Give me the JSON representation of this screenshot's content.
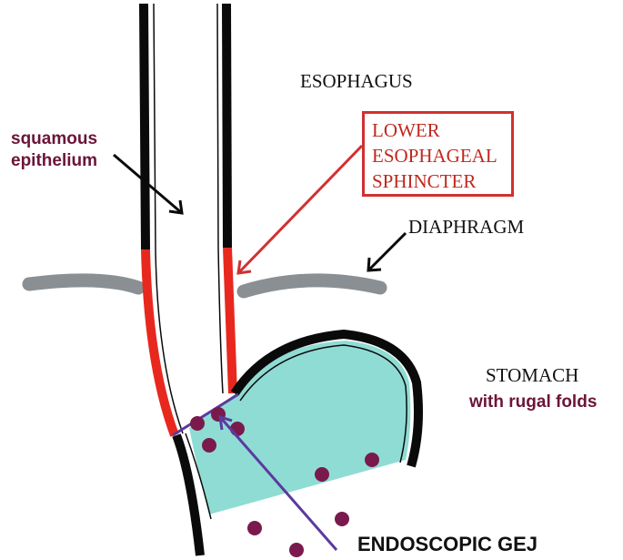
{
  "labels": {
    "esophagus": "ESOPHAGUS",
    "squamous_line1": "squamous",
    "squamous_line2": "epithelium",
    "les_line1": "LOWER",
    "les_line2": "ESOPHAGEAL",
    "les_line3": "SPHINCTER",
    "diaphragm": "DIAPHRAGM",
    "stomach": "STOMACH",
    "rugal": "with rugal folds",
    "gej": "ENDOSCOPIC GEJ"
  },
  "colors": {
    "wall": "#0a0a0a",
    "sphincter": "#e8281e",
    "stomach_fill": "#8fdcd4",
    "diaphragm": "#8a8f93",
    "rugal_folds": "#7a1a4c",
    "gej_line": "#5b3a9e",
    "les_label": "#c0281e",
    "maroon_label": "#6b1538"
  }
}
